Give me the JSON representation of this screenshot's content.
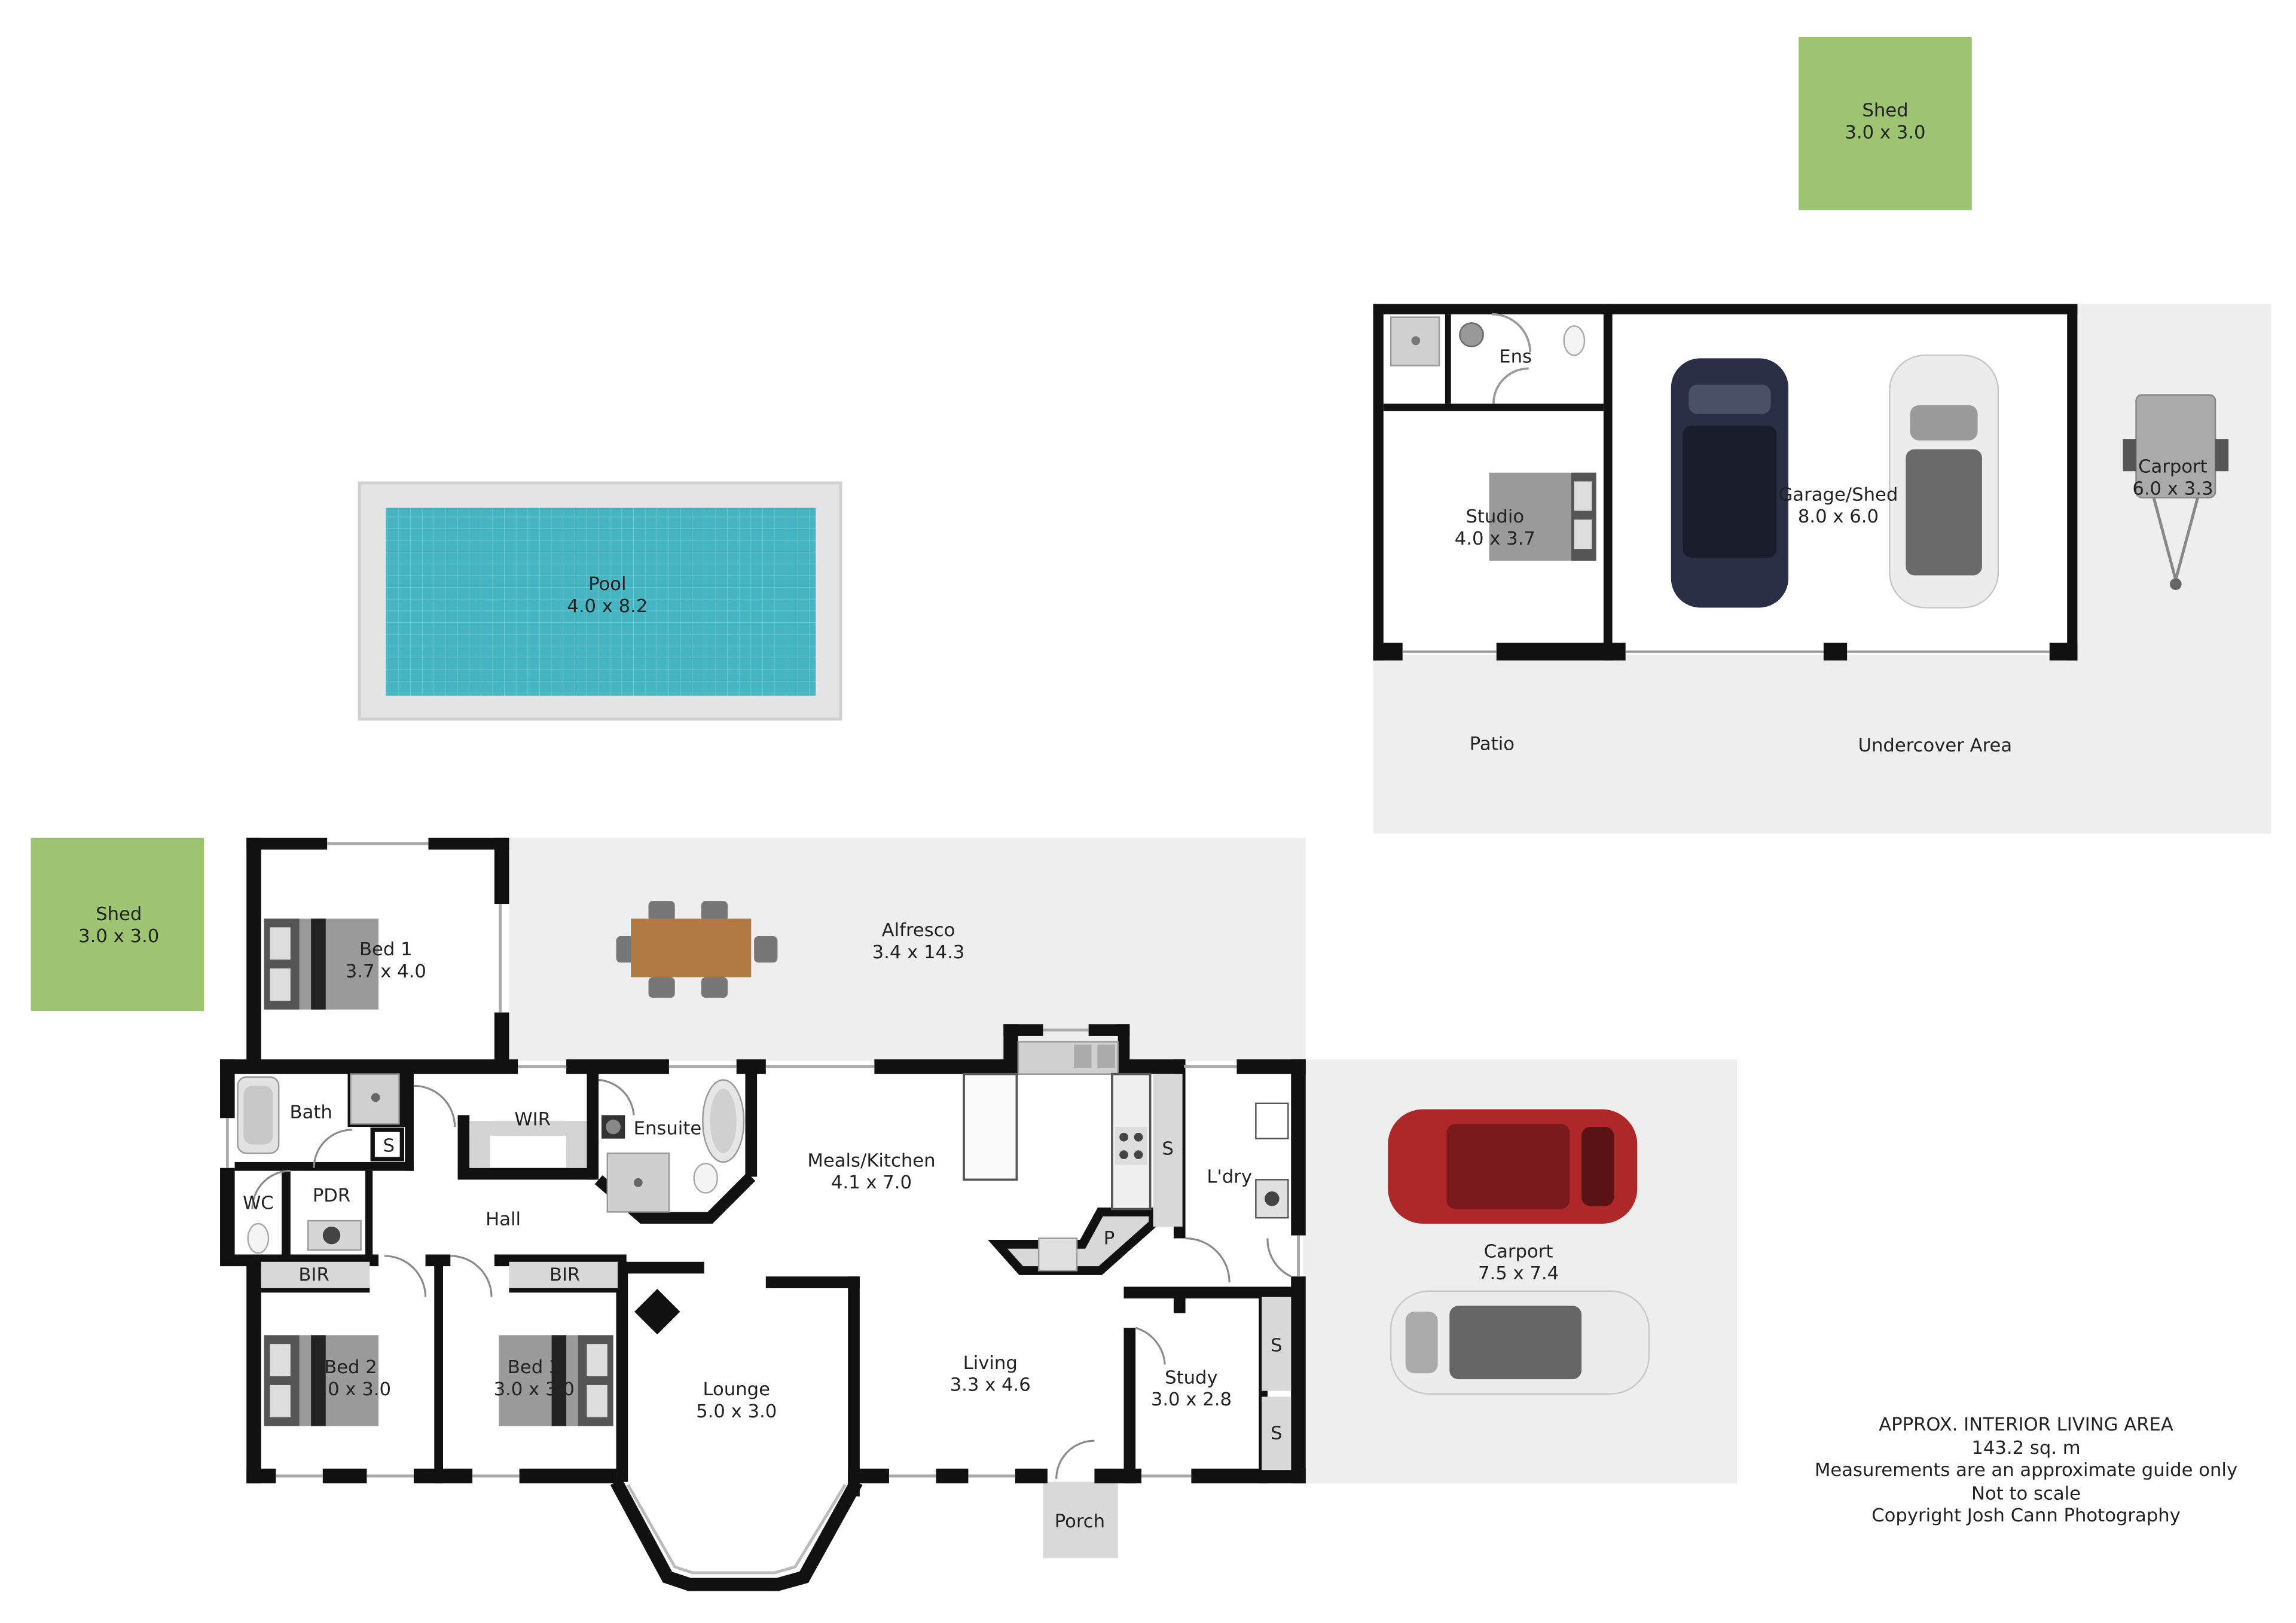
{
  "colors": {
    "wall": "#111111",
    "outdoor": "#eeeeee",
    "shed": "#9cc472",
    "pool_water": "#3fb3bf",
    "pool_coping": "#e6e6e6",
    "cabinet": "#d0d0d0",
    "bed_cover": "#9a9a9a",
    "car_red": "#b0272a",
    "car_dark": "#2a2f45",
    "car_white": "#ececec"
  },
  "rooms": {
    "shed_top": {
      "name": "Shed",
      "dims": "3.0 x 3.0"
    },
    "shed_left": {
      "name": "Shed",
      "dims": "3.0 x 3.0"
    },
    "pool": {
      "name": "Pool",
      "dims": "4.0 x 8.2"
    },
    "ens": {
      "name": "Ens"
    },
    "studio": {
      "name": "Studio",
      "dims": "4.0 x 3.7"
    },
    "garage": {
      "name": "Garage/Shed",
      "dims": "8.0 x 6.0"
    },
    "carport_top": {
      "name": "Carport",
      "dims": "6.0 x 3.3"
    },
    "patio": {
      "name": "Patio"
    },
    "undercover": {
      "name": "Undercover Area"
    },
    "alfresco": {
      "name": "Alfresco",
      "dims": "3.4 x 14.3"
    },
    "bed1": {
      "name": "Bed 1",
      "dims": "3.7 x 4.0"
    },
    "bath": {
      "name": "Bath"
    },
    "wir": {
      "name": "WIR"
    },
    "ensuite": {
      "name": "Ensuite"
    },
    "meals": {
      "name": "Meals/Kitchen",
      "dims": "4.1 x 7.0"
    },
    "ldry": {
      "name": "L'dry"
    },
    "carport_right": {
      "name": "Carport",
      "dims": "7.5 x 7.4"
    },
    "wc": {
      "name": "WC"
    },
    "pdr": {
      "name": "PDR"
    },
    "hall": {
      "name": "Hall"
    },
    "bir1": {
      "name": "BIR"
    },
    "bir2": {
      "name": "BIR"
    },
    "bed2": {
      "name": "Bed 2",
      "dims": "3.0 x 3.0"
    },
    "bed3": {
      "name": "Bed 3",
      "dims": "3.0 x 3.0"
    },
    "lounge": {
      "name": "Lounge",
      "dims": "5.0 x 3.0"
    },
    "living": {
      "name": "Living",
      "dims": "3.3 x 4.6"
    },
    "study": {
      "name": "Study",
      "dims": "3.0 x 2.8"
    },
    "porch": {
      "name": "Porch"
    }
  },
  "fixtures": {
    "store": "S",
    "pantry": "P"
  },
  "notes": {
    "line1": "APPROX. INTERIOR LIVING AREA",
    "line2": "143.2 sq. m",
    "line3": "Measurements are an approximate guide only",
    "line4": "Not to scale",
    "line5": "Copyright Josh Cann Photography"
  }
}
